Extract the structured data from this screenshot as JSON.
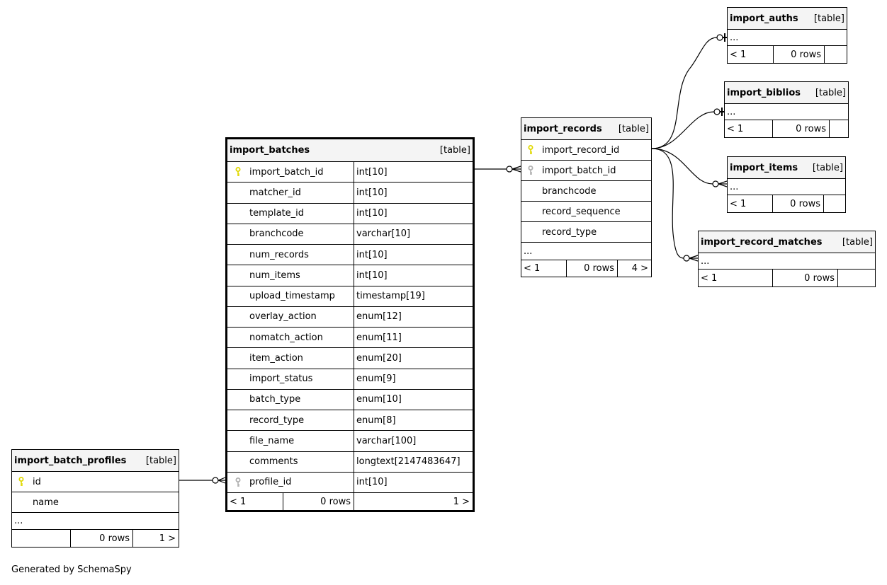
{
  "tables": [
    {
      "id": "import_auths",
      "name": "import_auths",
      "type": "[table]",
      "columns": [],
      "ellipsis": "...",
      "footer": [
        "< 1",
        "0 rows",
        ""
      ]
    },
    {
      "id": "import_biblios",
      "name": "import_biblios",
      "type": "[table]",
      "columns": [],
      "ellipsis": "...",
      "footer": [
        "< 1",
        "0 rows",
        ""
      ]
    },
    {
      "id": "import_items",
      "name": "import_items",
      "type": "[table]",
      "columns": [],
      "ellipsis": "...",
      "footer": [
        "< 1",
        "0 rows",
        ""
      ]
    },
    {
      "id": "import_record_matches",
      "name": "import_record_matches",
      "type": "[table]",
      "columns": [],
      "ellipsis": "...",
      "footer": [
        "< 1",
        "0 rows",
        ""
      ]
    },
    {
      "id": "import_records",
      "name": "import_records",
      "type": "[table]",
      "columns": [
        {
          "name": "import_record_id",
          "key": "primary"
        },
        {
          "name": "import_batch_id",
          "key": "foreign"
        },
        {
          "name": "branchcode"
        },
        {
          "name": "record_sequence"
        },
        {
          "name": "record_type"
        }
      ],
      "ellipsis": "...",
      "footer": [
        "< 1",
        "0 rows",
        "4 >"
      ]
    },
    {
      "id": "import_batches",
      "name": "import_batches",
      "type": "[table]",
      "columns": [
        {
          "name": "import_batch_id",
          "dtype": "int[10]",
          "key": "primary"
        },
        {
          "name": "matcher_id",
          "dtype": "int[10]"
        },
        {
          "name": "template_id",
          "dtype": "int[10]"
        },
        {
          "name": "branchcode",
          "dtype": "varchar[10]"
        },
        {
          "name": "num_records",
          "dtype": "int[10]"
        },
        {
          "name": "num_items",
          "dtype": "int[10]"
        },
        {
          "name": "upload_timestamp",
          "dtype": "timestamp[19]"
        },
        {
          "name": "overlay_action",
          "dtype": "enum[12]"
        },
        {
          "name": "nomatch_action",
          "dtype": "enum[11]"
        },
        {
          "name": "item_action",
          "dtype": "enum[20]"
        },
        {
          "name": "import_status",
          "dtype": "enum[9]"
        },
        {
          "name": "batch_type",
          "dtype": "enum[10]"
        },
        {
          "name": "record_type",
          "dtype": "enum[8]"
        },
        {
          "name": "file_name",
          "dtype": "varchar[100]"
        },
        {
          "name": "comments",
          "dtype": "longtext[2147483647]"
        },
        {
          "name": "profile_id",
          "dtype": "int[10]",
          "key": "foreign"
        }
      ],
      "footer": [
        "< 1",
        "0 rows",
        "1 >"
      ]
    },
    {
      "id": "import_batch_profiles",
      "name": "import_batch_profiles",
      "type": "[table]",
      "columns": [
        {
          "name": "id",
          "key": "primary"
        },
        {
          "name": "name"
        }
      ],
      "ellipsis": "...",
      "footer": [
        "",
        "0 rows",
        "1 >"
      ]
    }
  ],
  "colors": {
    "primary_key": "#e0d800",
    "foreign_key": "#b0b0b0",
    "header_bg": "#f4f4f4"
  },
  "footer_text": "Generated by SchemaSpy"
}
